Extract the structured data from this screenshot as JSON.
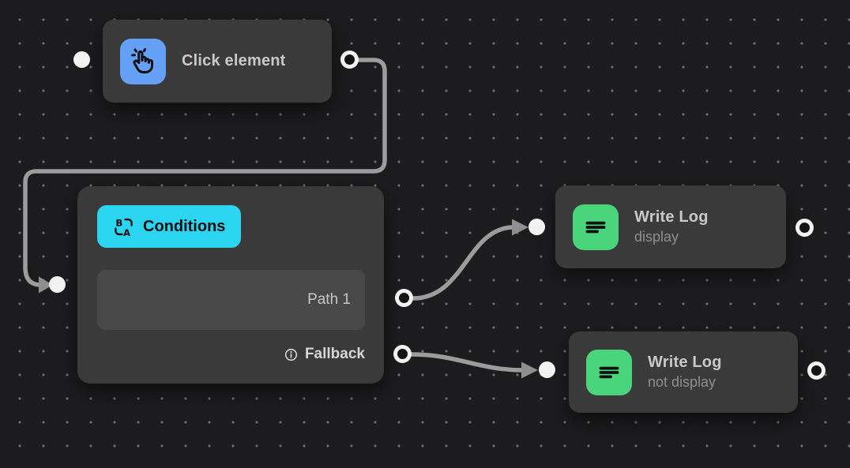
{
  "colors": {
    "canvas_bg": "#1c1c1e",
    "dot": "#6e6e6e",
    "node_bg": "#3a3a3a",
    "block_bg": "#484848",
    "edge": "#9c9c9c",
    "arrow": "#8f8f8f",
    "handle_white": "#f2f2f2",
    "handle_black": "#141414",
    "click_icon_bg": "#64a0f5",
    "log_icon_bg": "#4ad57d",
    "conditions_badge_bg": "#2bd5ef",
    "title_text": "#c9c9c9",
    "subtitle_text": "#8e8f91",
    "badge_text": "#0b0d0e"
  },
  "nodes": {
    "click_element": {
      "title": "Click element",
      "icon": "hand-click-icon"
    },
    "conditions": {
      "label": "Conditions",
      "icon": "ab-compare-icon",
      "path_label": "Path 1",
      "fallback_label": "Fallback",
      "fallback_icon": "info-icon"
    },
    "write_log_display": {
      "title": "Write Log",
      "subtitle": "display",
      "icon": "align-left-icon"
    },
    "write_log_not_display": {
      "title": "Write Log",
      "subtitle": "not display",
      "icon": "align-left-icon"
    }
  }
}
